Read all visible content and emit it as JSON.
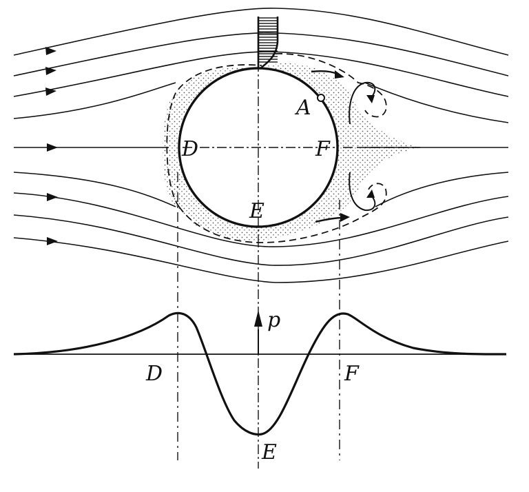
{
  "diagram": {
    "labels": {
      "point_a": "A",
      "point_d": "D",
      "point_e": "E",
      "point_f": "F",
      "graph_d": "D",
      "graph_e": "E",
      "graph_f": "F",
      "pressure": "p"
    },
    "colors": {
      "ink": "#111111",
      "stipple": "#555555",
      "background": "#ffffff"
    }
  }
}
